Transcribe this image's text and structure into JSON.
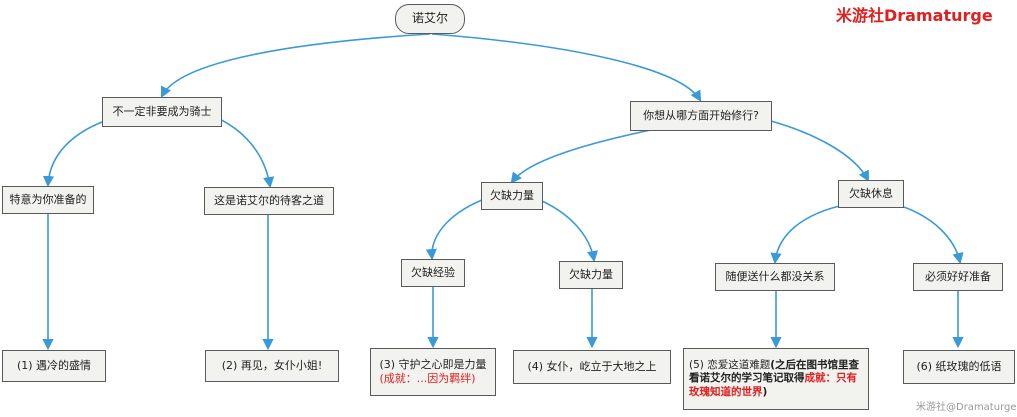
{
  "brand": "米游社Dramaturge",
  "watermark": "米游社@Dramaturge",
  "nodes": {
    "root": "诺艾尔",
    "knight": "不一定非要成为骑士",
    "where": "你想从哪方面开始修行?",
    "special": "特意为你准备的",
    "hospitality": "这是诺艾尔的待客之道",
    "lack_strength": "欠缺力量",
    "lack_rest": "欠缺休息",
    "lack_exp": "欠缺经验",
    "lack_strength2": "欠缺力量",
    "casual": "随便送什么都没关系",
    "prepare": "必须好好准备",
    "leaf1": "(1) 遇冷的盛情",
    "leaf2": "(2) 再见，女仆小姐!",
    "leaf3": "(3) 守护之心即是力量",
    "leaf3_note": "(成就：...因为羁绊)",
    "leaf4": "(4) 女仆，屹立于大地之上",
    "leaf5_a": "(5) 恋爱这道难题",
    "leaf5_b": "(之后在图书馆里查看诺艾尔的学习笔记取得",
    "leaf5_c": "成就",
    "leaf5_d": "：只有玫瑰知道的世界",
    "leaf5_e": ")",
    "leaf6": "(6) 纸玫瑰的低语"
  },
  "colors": {
    "edge": "#3a9ad9",
    "brand": "#e02020",
    "node_bg": "#f2f2ee",
    "node_border": "#5a5a5a"
  }
}
